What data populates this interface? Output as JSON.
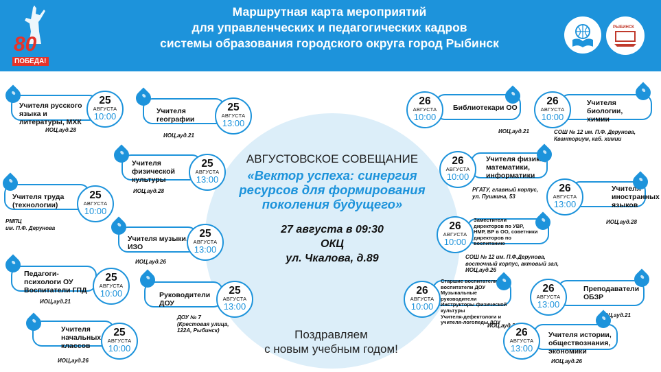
{
  "header": {
    "title_lines": [
      "Маршрутная карта мероприятий",
      "для управленческих и педагогических кадров",
      "системы образования городского округа город Рыбинск"
    ],
    "logo_left_text": [
      "80",
      "ПОБЕДА!"
    ],
    "logo_right_text": "РЫБИНСК",
    "color": "#1d93db"
  },
  "center": {
    "heading": "АВГУСТОВСКОЕ СОВЕЩАНИЕ",
    "topic_lines": [
      "«Вектор успеха: синергия",
      "ресурсов для формирования",
      "поколения будущего»"
    ],
    "info_lines": [
      "27 августа в 09:30",
      "ОКЦ",
      "ул.  Чкалова, д.89"
    ]
  },
  "greeting_lines": [
    "Поздравляем",
    "с новым учебным годом!"
  ],
  "month_label": "АВГУСТА",
  "sessions_left": [
    {
      "label": [
        "Учителя русского",
        "языка и",
        "литературы, МХК"
      ],
      "day": "25",
      "time": "10:00",
      "location": [
        "ИОЦ,ауд.28"
      ]
    },
    {
      "label": [
        "Учителя",
        "географии"
      ],
      "day": "25",
      "time": "13:00",
      "location": [
        "ИОЦ,ауд.21"
      ]
    },
    {
      "label": [
        "Учителя",
        "физической",
        "культуры"
      ],
      "day": "25",
      "time": "13:00",
      "location": [
        "ИОЦ,ауд.28"
      ]
    },
    {
      "label": [
        "Учителя труда",
        "(технологии)"
      ],
      "day": "25",
      "time": "10:00",
      "location": [
        "РМПЦ",
        "им. П.Ф. Дерунова"
      ]
    },
    {
      "label": [
        "Учителя музыки,",
        "ИЗО"
      ],
      "day": "25",
      "time": "13:00",
      "location": [
        "ИОЦ,ауд.26"
      ]
    },
    {
      "label": [
        "Педагоги-",
        "психологи ОУ",
        "Воспитатели ГПД"
      ],
      "day": "25",
      "time": "10:00",
      "location": [
        "ИОЦ,ауд.21"
      ]
    },
    {
      "label": [
        "Руководители",
        "ДОУ"
      ],
      "day": "25",
      "time": "13:00",
      "location": [
        "ДОУ № 7",
        "(Крестовая улица,",
        "122А, Рыбинск)"
      ]
    },
    {
      "label": [
        "Учителя",
        "начальных",
        "классов"
      ],
      "day": "25",
      "time": "10:00",
      "location": [
        "ИОЦ,ауд.26"
      ]
    }
  ],
  "sessions_right": [
    {
      "label": [
        "Библиотекари ОО"
      ],
      "day": "26",
      "time": "10:00",
      "location": [
        "ИОЦ,ауд.21"
      ]
    },
    {
      "label": [
        "Учителя биологии,",
        "химии"
      ],
      "day": "26",
      "time": "10:00",
      "location": [
        "СОШ № 12 им. П.Ф. Дерунова,",
        "Кванториум, каб. химии"
      ]
    },
    {
      "label": [
        "Учителя физики,",
        "математики,",
        "информатики"
      ],
      "day": "26",
      "time": "10:00",
      "location": [
        "РГАТУ, главный корпус,",
        "ул. Пушкина, 53"
      ]
    },
    {
      "label": [
        "Учителя",
        "иностранных",
        "языков"
      ],
      "day": "26",
      "time": "13:00",
      "location": [
        "ИОЦ,ауд.28"
      ]
    },
    {
      "label": [
        "Заместители",
        "директоров по УВР,",
        "НМР, ВР в ОО, советники",
        "директоров по",
        "воспитанию"
      ],
      "day": "26",
      "time": "10:00",
      "location": [
        "СОШ № 12 им. П.Ф.Дерунова,",
        "восточный корпус, актовый зал,",
        "ИОЦ,ауд.26"
      ]
    },
    {
      "label": [
        "Преподаватели",
        "ОБЗР"
      ],
      "day": "26",
      "time": "13:00",
      "location": [
        "ИОЦ,ауд.21"
      ]
    },
    {
      "label": [
        "Старшие воспитатели и",
        "воспитатели ДОУ",
        "Музыкальные руководители",
        "Инструкторы физической",
        "культуры",
        "Учителя-дефектологи и",
        "учителя-логопеды ДОУ"
      ],
      "day": "26",
      "time": "10:00",
      "location": [
        "ИОЦ,ауд.28"
      ]
    },
    {
      "label": [
        "Учителя истории,",
        "обществознания,",
        "экономики"
      ],
      "day": "26",
      "time": "13:00",
      "location": [
        "ИОЦ,ауд.26"
      ]
    }
  ]
}
